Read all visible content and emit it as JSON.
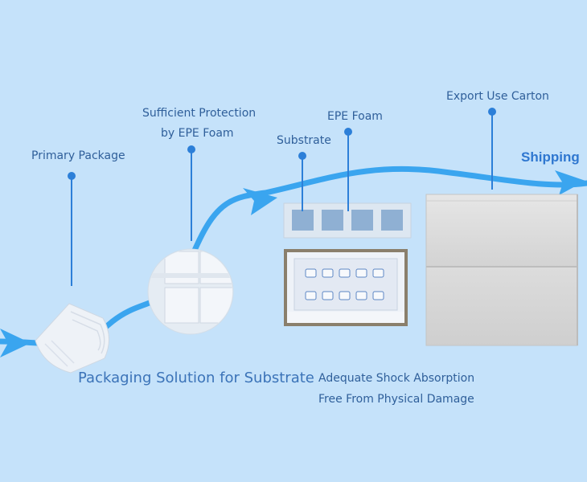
{
  "labels": {
    "primary_package": "Primary Package",
    "sufficient_protection_line1": "Sufficient Protection",
    "sufficient_protection_line2": "by  EPE  Foam",
    "substrate": "Substrate",
    "epe_foam": "EPE  Foam",
    "export_use_carton": "Export Use Carton",
    "shipping": "Shipping",
    "packaging_solution": "Packaging Solution for Substrate",
    "adequate_shock_absorption": "Adequate Shock Absorption",
    "free_from_damage": "Free From Physical Damage"
  },
  "colors": {
    "background": "#c5e2fa",
    "flow_arrow": "#3aa5ef",
    "pin": "#2c7fd8",
    "label_text": "#2f5f9a",
    "shipping_text": "#2f77d0",
    "carton": "#dedede"
  }
}
